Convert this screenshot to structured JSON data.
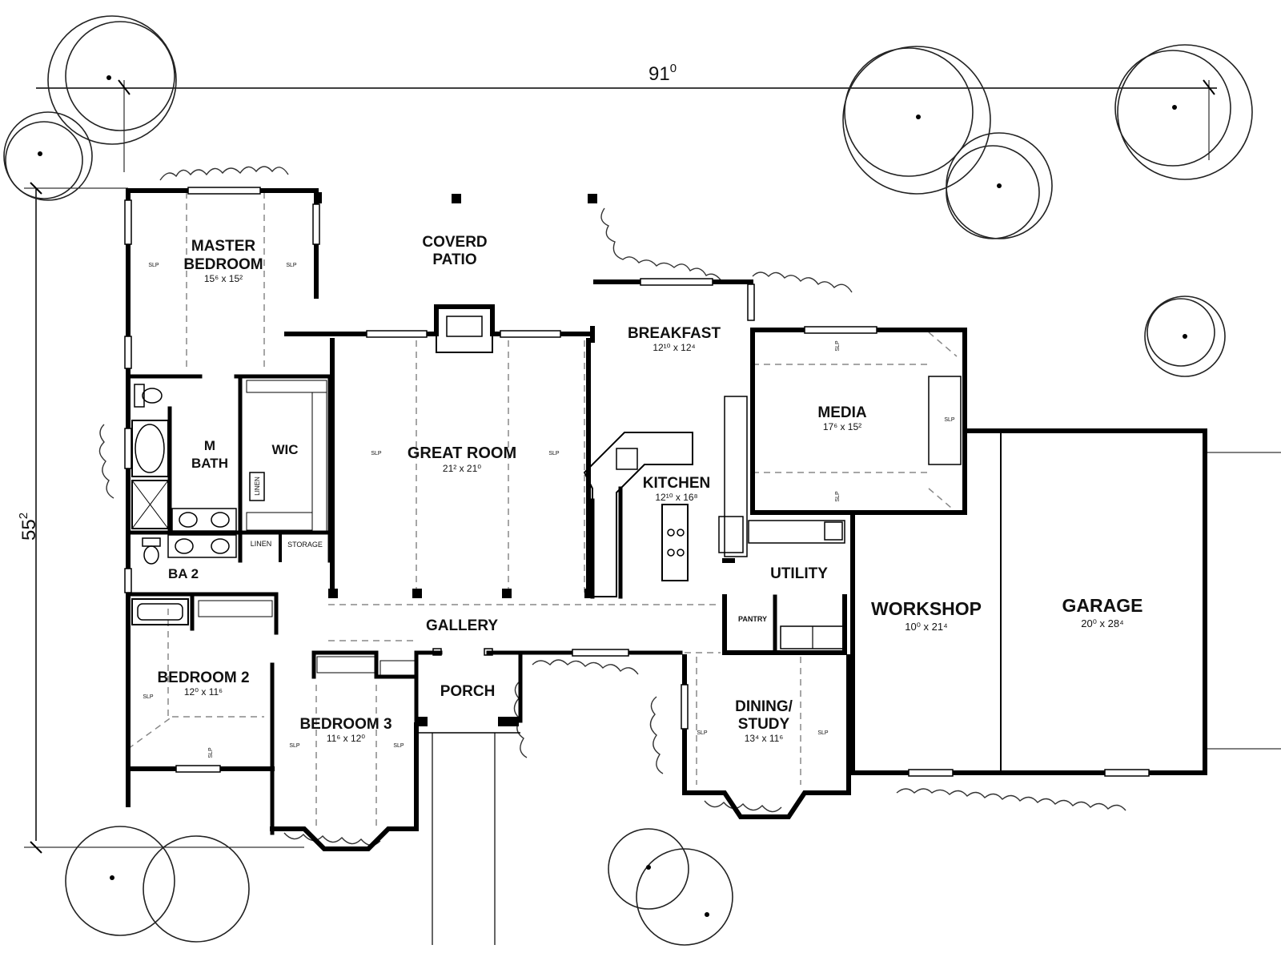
{
  "dimensions": {
    "width": {
      "main": "91",
      "sup": "0"
    },
    "depth": {
      "main": "55",
      "sup": "2"
    }
  },
  "rooms": {
    "master_bedroom": {
      "line1": "MASTER",
      "line2": "BEDROOM",
      "size": "15⁶ x 15²"
    },
    "coverd_patio": {
      "line1": "COVERD",
      "line2": "PATIO"
    },
    "breakfast": {
      "name": "BREAKFAST",
      "size": "12¹⁰ x 12⁴"
    },
    "media": {
      "name": "MEDIA",
      "size": "17⁶ x 15²"
    },
    "great_room": {
      "name": "GREAT ROOM",
      "size": "21² x 21⁰"
    },
    "kitchen": {
      "name": "KITCHEN",
      "size": "12¹⁰ x 16⁸"
    },
    "m_bath": {
      "line1": "M",
      "line2": "BATH"
    },
    "wic": {
      "name": "WIC"
    },
    "linen_vertical": {
      "name": "LINEN"
    },
    "linen": {
      "name": "LINEN"
    },
    "storage": {
      "name": "STORAGE"
    },
    "ba2": {
      "name": "BA 2"
    },
    "utility": {
      "name": "UTILITY"
    },
    "pantry": {
      "name": "PANTRY"
    },
    "workshop": {
      "name": "WORKSHOP",
      "size": "10⁰ x 21⁴"
    },
    "garage": {
      "name": "GARAGE",
      "size": "20⁰ x 28⁴"
    },
    "gallery": {
      "name": "GALLERY"
    },
    "bedroom2": {
      "name": "BEDROOM 2",
      "size": "12⁰ x 11⁶"
    },
    "bedroom3": {
      "name": "BEDROOM 3",
      "size": "11⁶ x 12⁰"
    },
    "porch": {
      "name": "PORCH"
    },
    "dining_study": {
      "line1": "DINING/",
      "line2": "STUDY",
      "size": "13⁴ x 11⁶"
    }
  },
  "ceiling_note": "SLP",
  "colors": {
    "ink": "#000000",
    "paper": "#ffffff"
  }
}
